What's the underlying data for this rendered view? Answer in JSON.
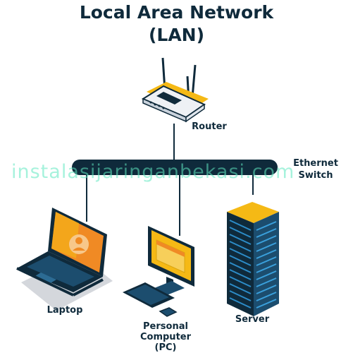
{
  "title": {
    "line1": "Local Area Network",
    "line2": "(LAN)"
  },
  "watermark": "instalasijaringanbekasi.com",
  "nodes": {
    "router": "Router",
    "switch_line1": "Ethernet",
    "switch_line2": "Switch",
    "laptop": "Laptop",
    "pc_line1": "Personal",
    "pc_line2": "Computer",
    "pc_line3": "(PC)",
    "server": "Server"
  },
  "colors": {
    "navy": "#0f2a3b",
    "accent_yellow": "#f5b915",
    "accent_orange": "#f08a24",
    "screen_blue": "#1c6fb8"
  }
}
